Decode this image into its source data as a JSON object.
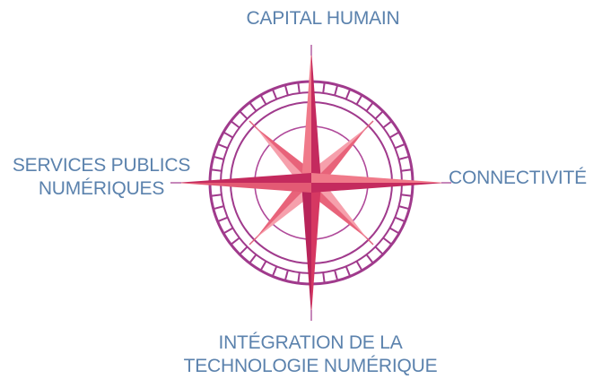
{
  "labels": {
    "top": "CAPITAL HUMAIN",
    "right": "CONNECTIVITÉ",
    "left_line1": "SERVICES PUBLICS",
    "left_line2": "NUMÉRIQUES",
    "bottom_line1": "INTÉGRATION DE LA",
    "bottom_line2": "TECHNOLOGIE NUMÉRIQUE"
  },
  "colors": {
    "label": "#5b82ad",
    "ring": "#a03a8c",
    "star_light": "#f07a8a",
    "star_dark": "#c8285a"
  },
  "icons": {
    "center": "compass-rose-icon"
  }
}
